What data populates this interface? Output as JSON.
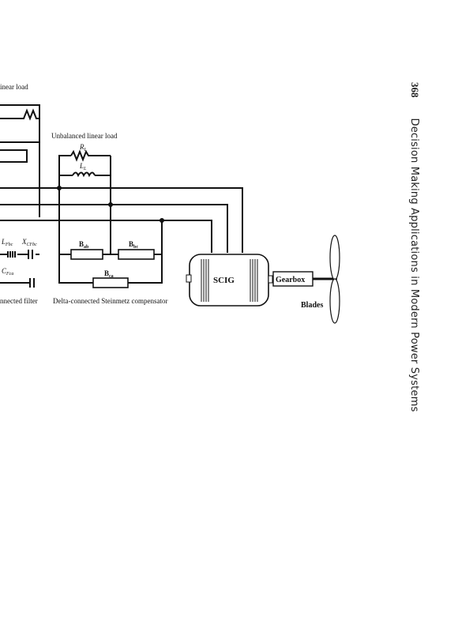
{
  "running_header": {
    "page_number": "368",
    "book_title": "Decision Making Applications in Modern Power Systems"
  },
  "figure": {
    "labels": {
      "top_left_load": "inear load",
      "unbalanced_load": "Unbalanced linear load",
      "rl": "R",
      "rl_sub": "L",
      "ll": "L",
      "ll_sub": "L",
      "filter_ind": "L",
      "filter_ind_sub": "Fbc",
      "filter_cap": "X",
      "filter_cap_sub": "CFbc",
      "filter_cap2": "C",
      "filter_cap2_sub": "Fca",
      "bab": "B",
      "bab_sub": "ab",
      "bbc": "B",
      "bbc_sub": "bc",
      "bca": "B",
      "bca_sub": "ca",
      "filter_caption": "nnected filter",
      "steinmetz_caption": "Delta-connected Steinmetz compensator",
      "generator": "SCIG",
      "gearbox": "Gearbox",
      "blades": "Blades"
    }
  }
}
